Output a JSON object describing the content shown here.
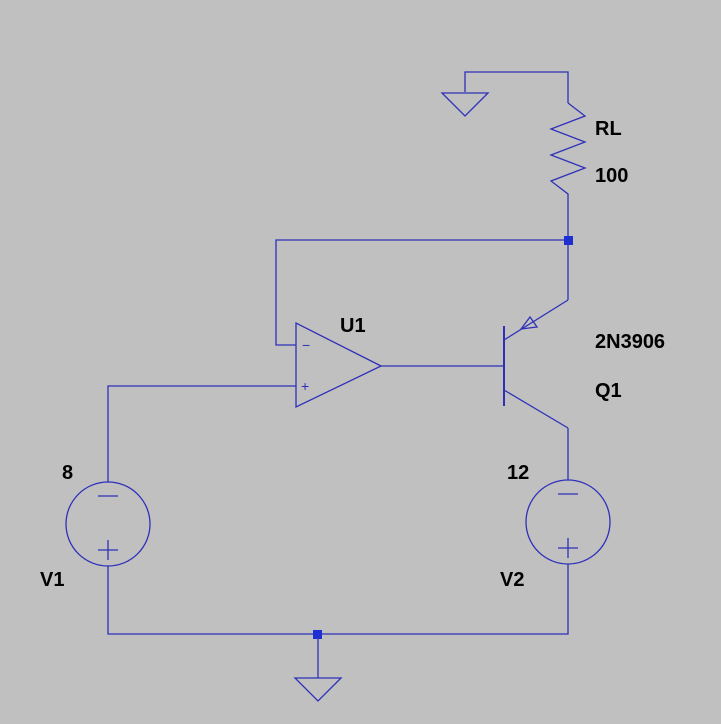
{
  "components": {
    "rl": {
      "ref": "RL",
      "value": "100"
    },
    "q1": {
      "ref": "Q1",
      "value": "2N3906"
    },
    "u1": {
      "ref": "U1",
      "inv_pin": "−",
      "noninv_pin": "+"
    },
    "v1": {
      "ref": "V1",
      "value": "8",
      "neg_sign": "−",
      "pos_sign": "+"
    },
    "v2": {
      "ref": "V2",
      "value": "12",
      "neg_sign": "−",
      "pos_sign": "+"
    }
  },
  "colors": {
    "background": "#c0c0c0",
    "wire": "#2e31b8",
    "junction": "#1f2fd6",
    "label": "#000000"
  }
}
